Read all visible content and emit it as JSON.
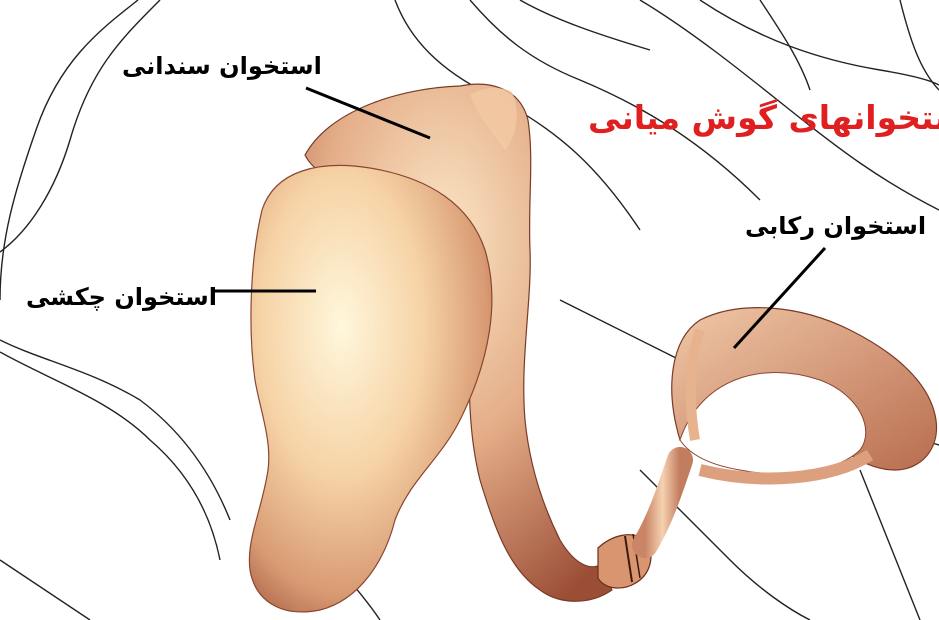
{
  "title": "استخوانهای گوش میانی",
  "labels": {
    "incus": "استخوان سندانی",
    "malleus": "استخوان چکشی",
    "stapes": "استخوان رکابی"
  },
  "colors": {
    "title": "#e02020",
    "label": "#000000",
    "bone_light": "#fde6c0",
    "bone_mid": "#e9b58f",
    "bone_dark": "#a9583e",
    "outline": "#1a1a1a"
  }
}
